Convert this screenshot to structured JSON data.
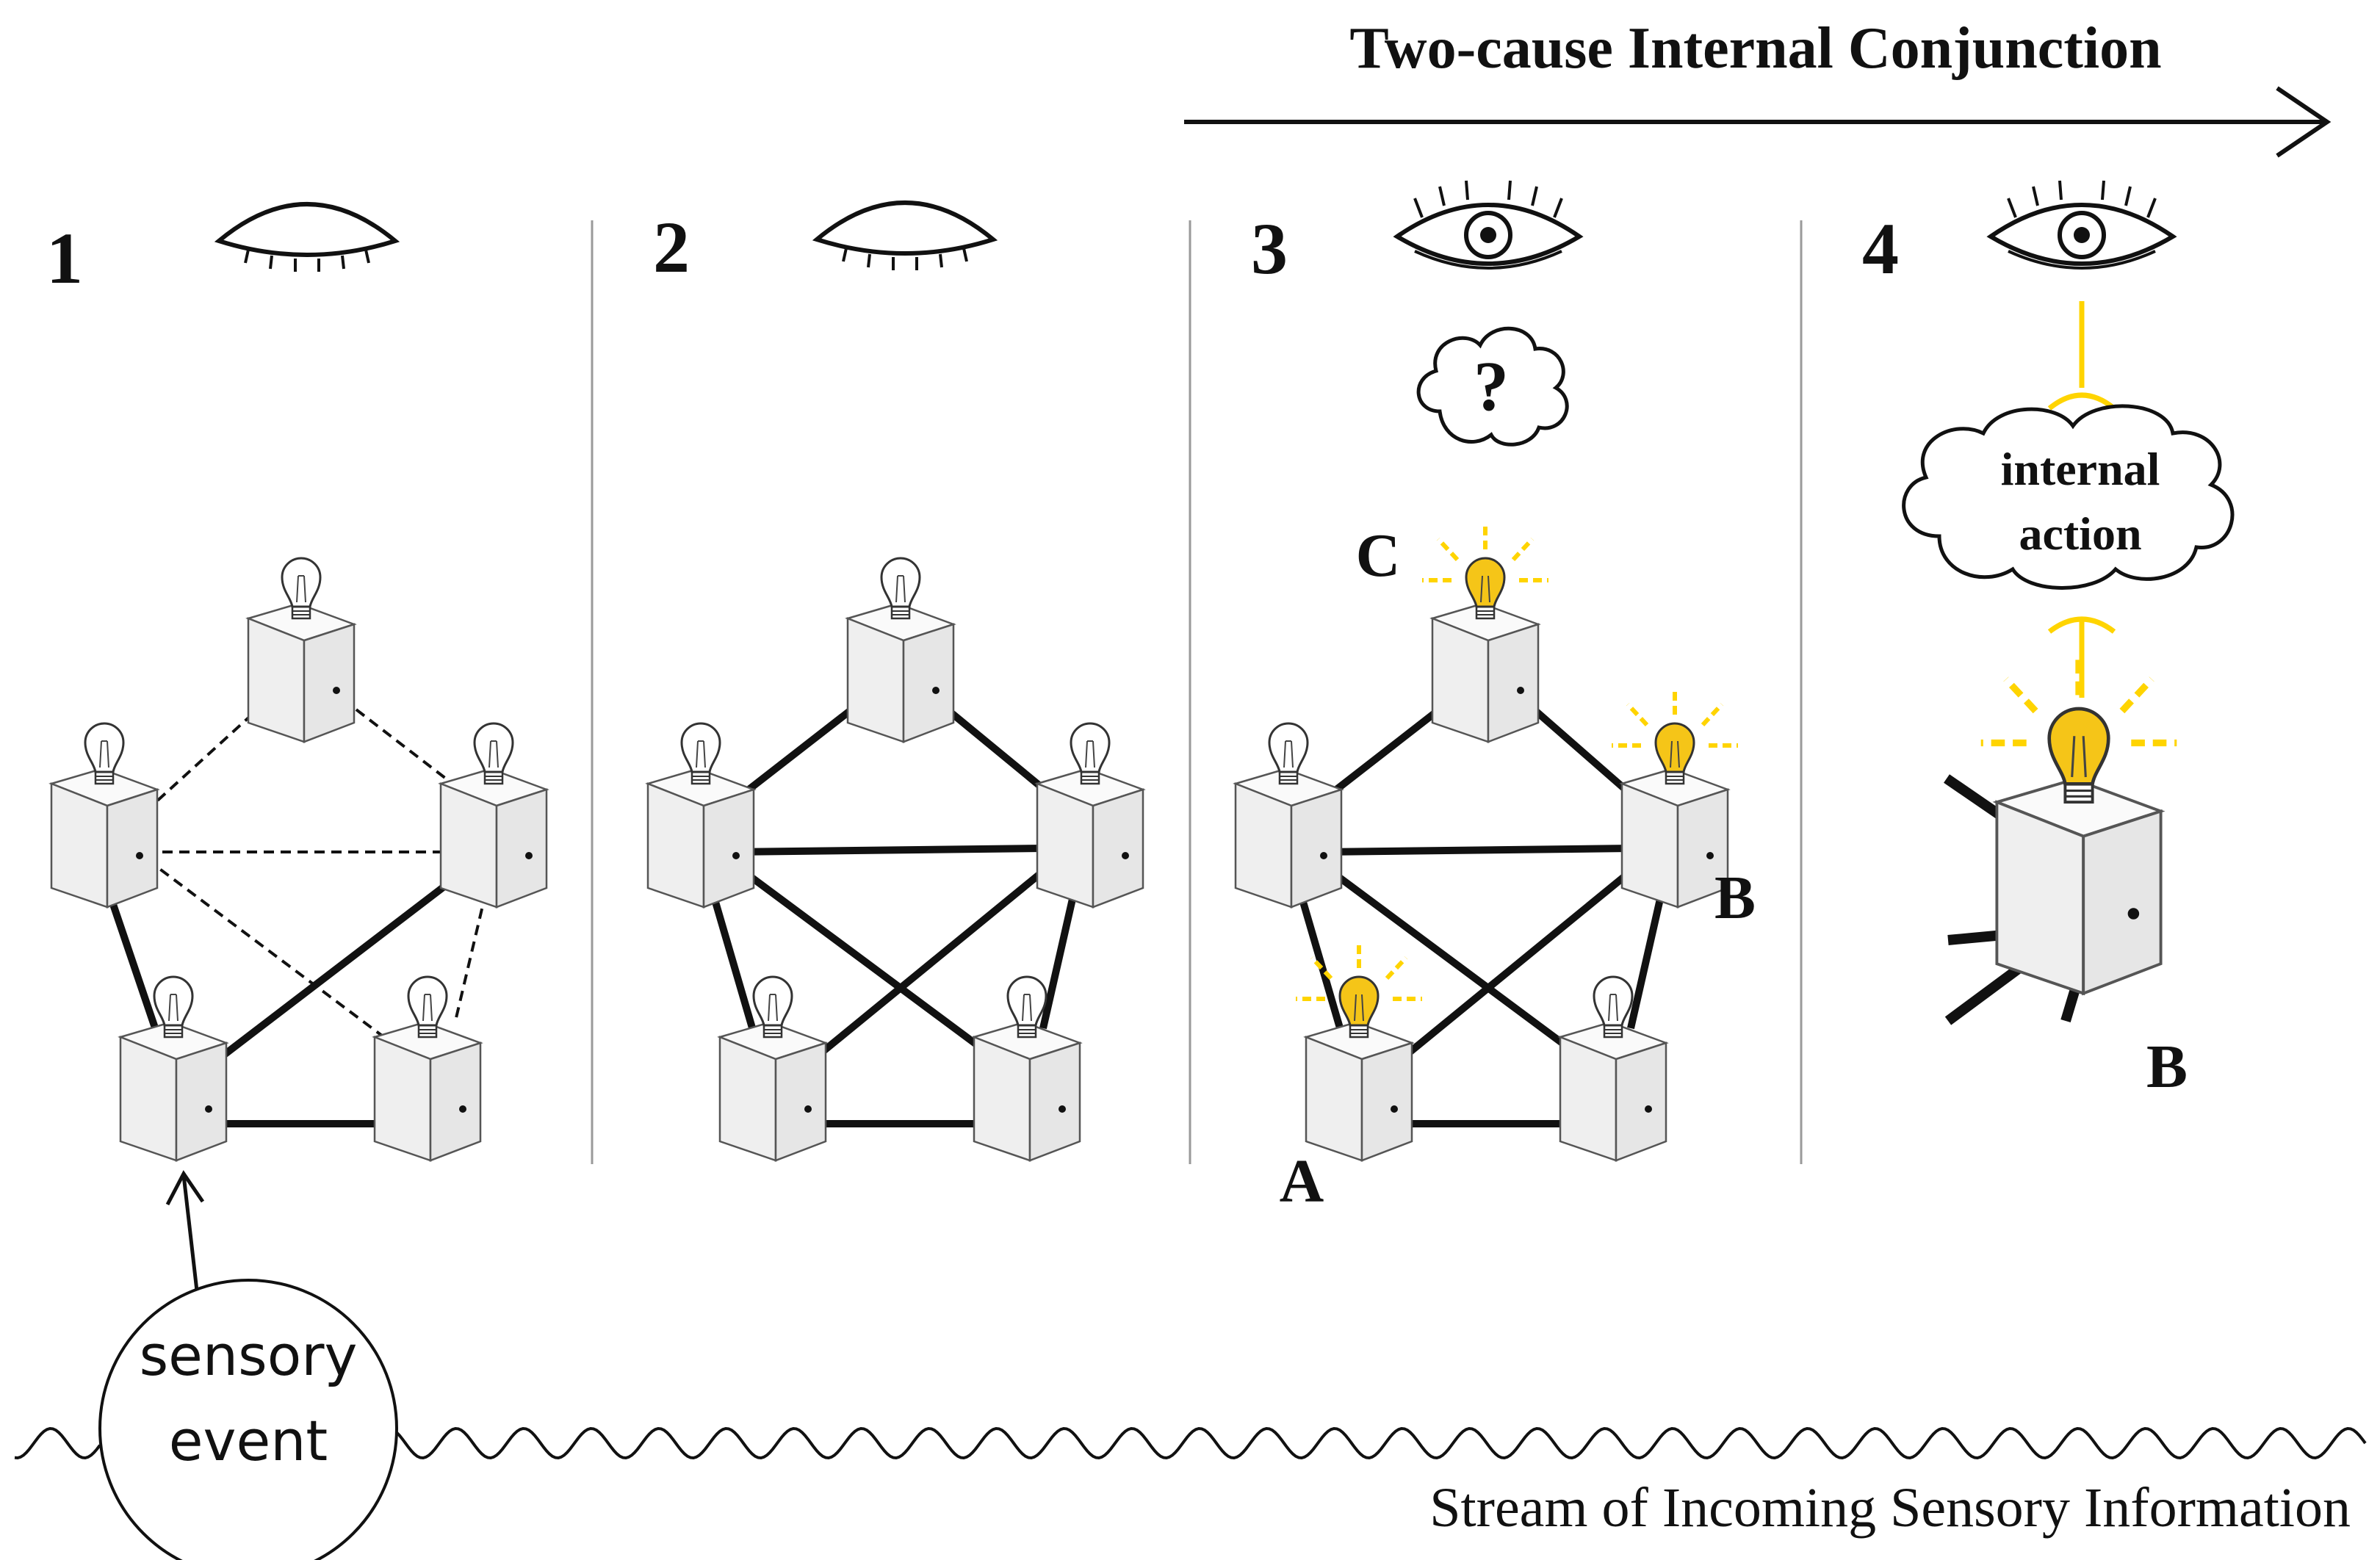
{
  "title": "Two-cause Internal Conjunction",
  "panels": [
    {
      "number": "1",
      "eye": "closed-eye-icon"
    },
    {
      "number": "2",
      "eye": "closed-eye-icon"
    },
    {
      "number": "3",
      "eye": "open-eye-icon",
      "thought": "?"
    },
    {
      "number": "4",
      "eye": "open-eye-icon",
      "thought": [
        "internal",
        "action"
      ]
    }
  ],
  "labels": {
    "A": "A",
    "B": "B",
    "C": "C",
    "B_zoom": "B"
  },
  "sensory_event": [
    "sensory",
    "event"
  ],
  "stream_label": "Stream of Incoming Sensory Information",
  "colors": {
    "ink": "#111111",
    "lit": "#f5c518",
    "ray": "#ffd400",
    "cube_face": "#f2f2f2",
    "divider": "#9a9a9a"
  }
}
